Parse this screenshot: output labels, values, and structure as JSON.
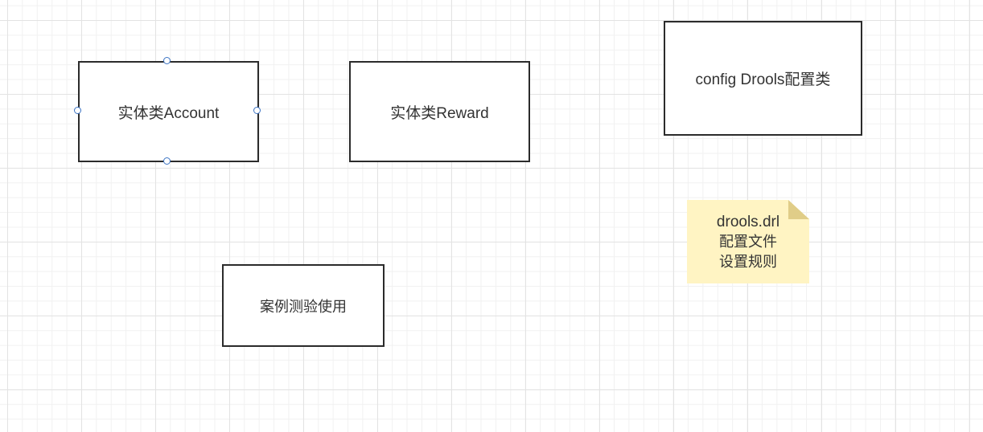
{
  "diagram": {
    "shapes": [
      {
        "id": "account",
        "label": "实体类Account",
        "selected": true
      },
      {
        "id": "reward",
        "label": "实体类Reward"
      },
      {
        "id": "config",
        "label": "config Drools配置类"
      },
      {
        "id": "test",
        "label": "案例测验使用"
      }
    ],
    "note": {
      "lines": [
        "drools.drl",
        "配置文件",
        "设置规则"
      ]
    }
  },
  "colors": {
    "stroke": "#2b2b2b",
    "note_fill": "#fff4c3",
    "note_fold": "#e0cd88",
    "selection_handle": "#3b73c4",
    "grid": "#e3e3e3"
  }
}
